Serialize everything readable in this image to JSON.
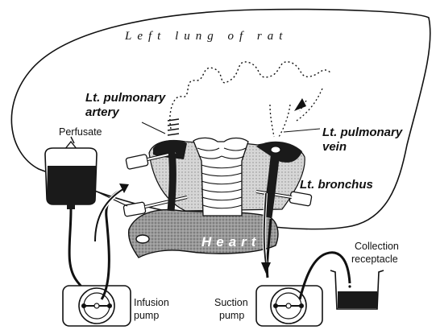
{
  "labels": {
    "lung": "Left lung of rat",
    "artery_line1": "Lt. pulmonary",
    "artery_line2": "artery",
    "vein_line1": "Lt. pulmonary",
    "vein_line2": "vein",
    "bronchus": "Lt. bronchus",
    "heart": "Heart",
    "perfusate": "Perfusate",
    "infusion_line1": "Infusion",
    "infusion_line2": "pump",
    "suction_line1": "Suction",
    "suction_line2": "pump",
    "collection_line1": "Collection",
    "collection_line2": "receptacle"
  },
  "colors": {
    "ink": "#111111",
    "fluid": "#1a1a1a",
    "heart_fill": "#8a8a8a",
    "background": "#ffffff"
  },
  "icons": [
    "perfusate-bag-icon",
    "infusion-pump-icon",
    "suction-pump-icon",
    "collection-beaker-icon"
  ]
}
